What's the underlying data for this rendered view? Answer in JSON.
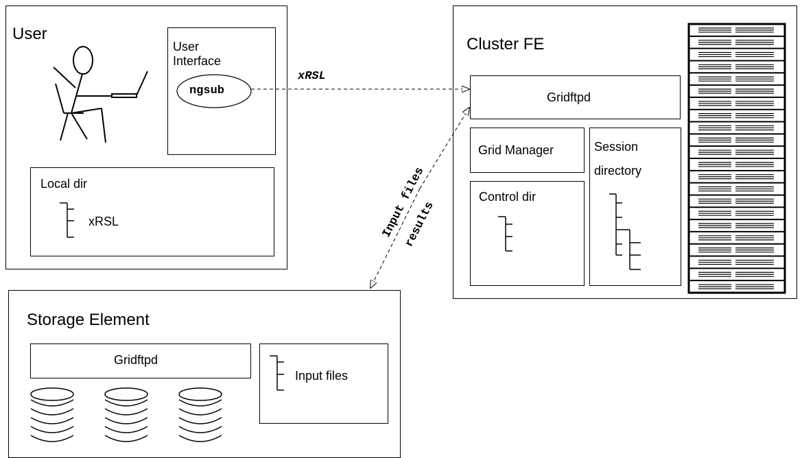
{
  "user": {
    "title": "User",
    "ui_label_line1": "User",
    "ui_label_line2": "Interface",
    "ngsub": "ngsub",
    "local_dir": "Local dir",
    "local_file": "xRSL"
  },
  "arrow_labels": {
    "xrsl": "xRSL",
    "input_files": "Input files",
    "results": "results"
  },
  "cluster": {
    "title": "Cluster FE",
    "gridftpd": "Gridftpd",
    "grid_manager": "Grid Manager",
    "session_line1": "Session",
    "session_line2": "directory",
    "control_dir": "Control dir",
    "rack_units": 22
  },
  "storage": {
    "title": "Storage Element",
    "gridftpd": "Gridftpd",
    "input_files": "Input files",
    "disk_stacks": 3
  }
}
